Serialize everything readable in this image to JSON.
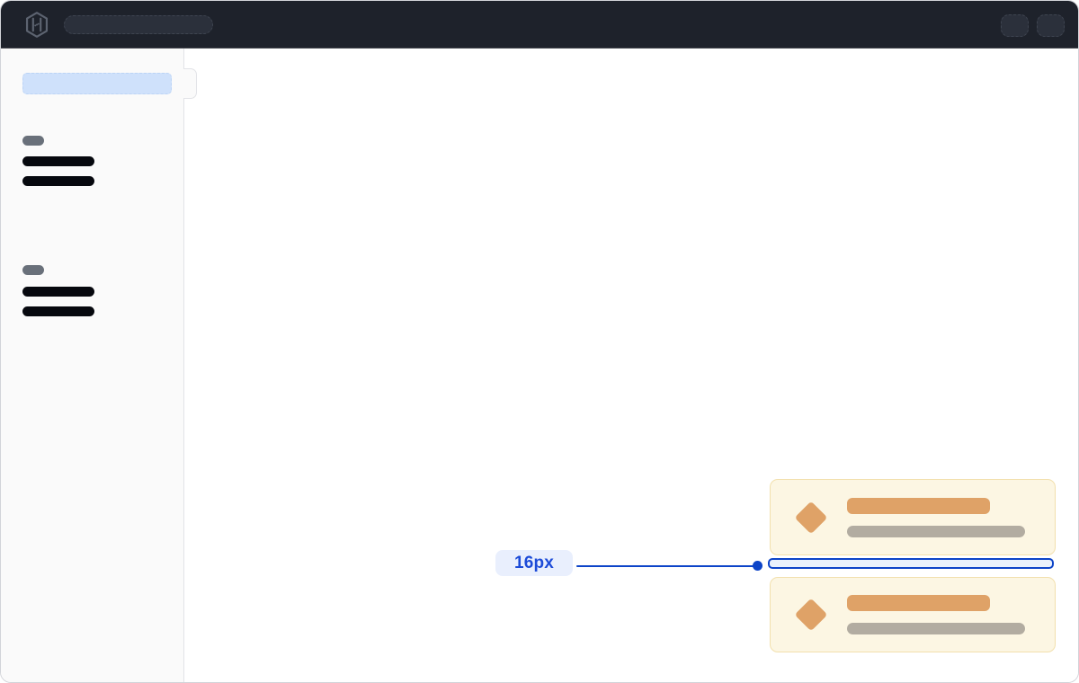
{
  "annotation": {
    "spacing_label": "16px"
  },
  "header": {
    "logo_icon": "hashicorp-logo",
    "search_skeleton": "placeholder",
    "action_skeletons": 2
  },
  "sidebar": {
    "active_item": "skeleton-highlighted",
    "groups": [
      {
        "heading": "skeleton",
        "links": 2
      },
      {
        "heading": "skeleton",
        "links": 2
      }
    ]
  },
  "cards": [
    {
      "icon": "diamond-icon",
      "title": "skeleton-bar",
      "subtitle": "skeleton-bar"
    },
    {
      "icon": "diamond-icon",
      "title": "skeleton-bar",
      "subtitle": "skeleton-bar"
    }
  ],
  "colors": {
    "window_border": "#D2D4D9",
    "header_bg": "#1E222B",
    "header_divider": "#45484F",
    "header_skeleton": "#2B303B",
    "header_skeleton_border": "#3E4450",
    "logo": "#5C6370",
    "sidebar_bg": "#FAFAFA",
    "sidebar_border": "#E2E3E7",
    "sidebar_active_bg": "#CFE1FB",
    "sidebar_active_border": "#BCD4F6",
    "sidebar_heading": "#69707A",
    "sidebar_item": "#06080E",
    "main_bg": "#FFFFFF",
    "card_bg": "#FCF6E3",
    "card_border": "#F2E0AD",
    "accent_orange": "#DFA267",
    "muted_bar": "#B2ACA1",
    "annotation_blue": "#0D44C8",
    "annotation_fill": "#EAF1FC",
    "label_bg": "#E9EFFD",
    "label_text": "#1C4BD8"
  }
}
